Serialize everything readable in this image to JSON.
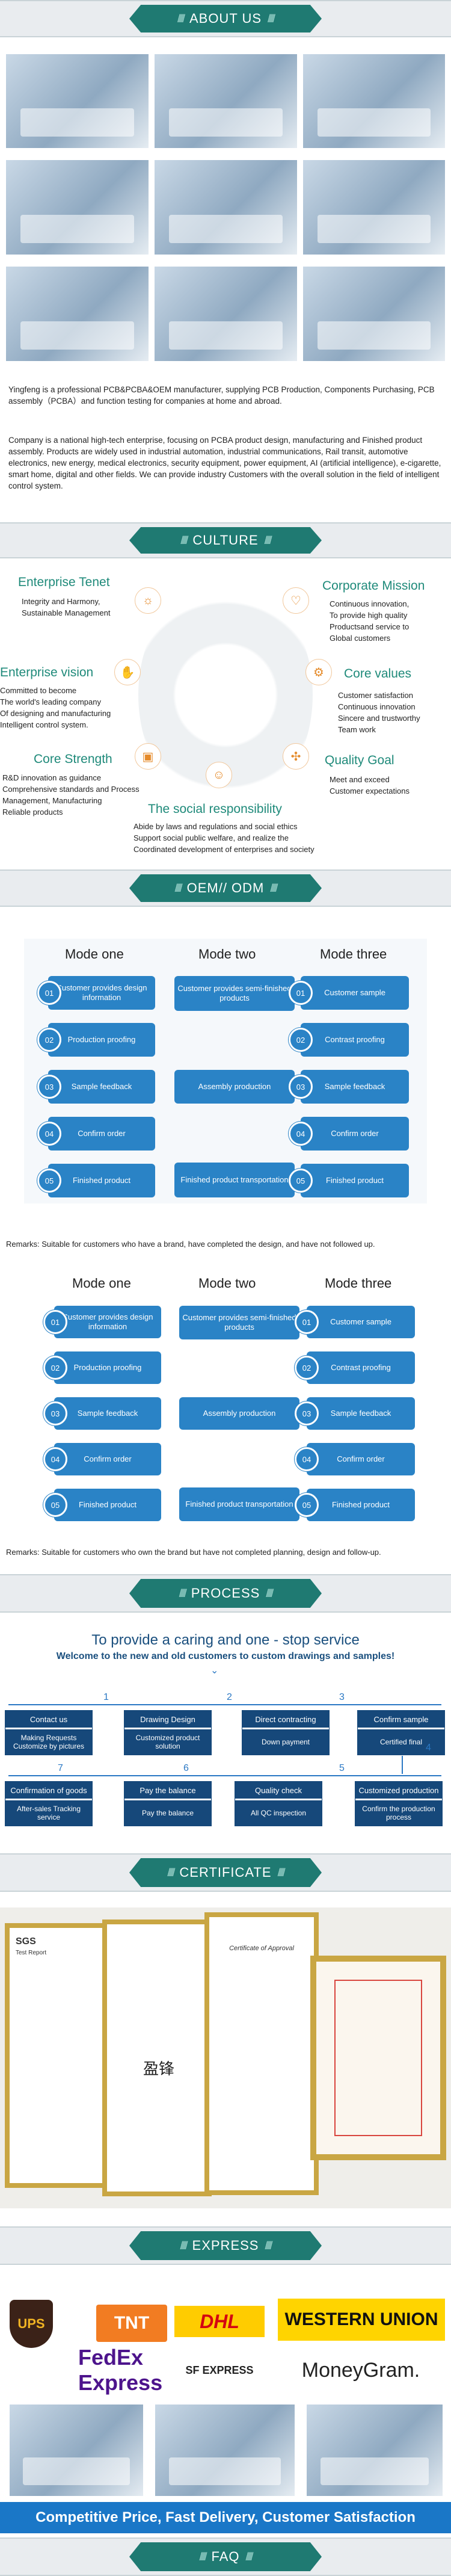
{
  "sections": {
    "about": "ABOUT US",
    "culture": "CULTURE",
    "odm": "OEM// ODM",
    "process": "PROCESS",
    "certificate": "CERTIFICATE",
    "express": "EXPRESS",
    "faq": "FAQ"
  },
  "about": {
    "p1": "Yingfeng is a professional PCB&PCBA&OEM manufacturer, supplying PCB Production, Components Purchasing, PCB assembly（PCBA）and function testing for companies at home and abroad.",
    "p2": "Company is a national high-tech enterprise, focusing on PCBA product design, manufacturing and Finished product assembly. Products are widely used in industrial automation, industrial communications, Rail transit, automotive electronics, new energy, medical electronics, security equipment, power equipment, AI (artificial intelligence), e-cigarette, smart home, digital and other fields. We can provide industry Customers with the overall solution in the field of intelligent control system."
  },
  "culture": {
    "tenet_title": "Enterprise Tenet",
    "tenet_text": [
      "Integrity and Harmony,",
      "Sustainable Management"
    ],
    "mission_title": "Corporate Mission",
    "mission_text": [
      "Continuous innovation,",
      "To provide high quality",
      "Productsand service to",
      "Global customers"
    ],
    "vision_title": "Enterprise vision",
    "vision_text": [
      "Committed to become",
      "The world's leading company",
      "Of designing and manufacturing",
      "Intelligent control system."
    ],
    "values_title": "Core values",
    "values_text": [
      "Customer satisfaction",
      "Continuous innovation",
      "Sincere and trustworthy",
      "Team work"
    ],
    "strength_title": "Core Strength",
    "strength_text": [
      "R&D innovation as guidance",
      "Comprehensive standards and Process",
      "Management, Manufacturing",
      "Reliable products"
    ],
    "quality_title": "Quality Goal",
    "quality_text": [
      "Meet and exceed",
      "Customer expectations"
    ],
    "social_title": "The social responsibility",
    "social_text": [
      "Abide by laws and regulations and social ethics",
      "Support social public welfare, and realize the",
      "Coordinated development of enterprises and society"
    ]
  },
  "odm": {
    "modes": [
      "Mode one",
      "Mode two",
      "Mode three"
    ],
    "nums": [
      "01",
      "02",
      "03",
      "04",
      "05"
    ],
    "mode_one": [
      "Customer provides design information",
      "Production proofing",
      "Sample feedback",
      "Confirm order",
      "Finished product"
    ],
    "mode_two": [
      "Customer provides semi-finished products",
      "Assembly production",
      "Finished product transportation"
    ],
    "mode_three": [
      "Customer sample",
      "Contrast proofing",
      "Sample feedback",
      "Confirm order",
      "Finished product"
    ],
    "remark1": "Remarks: Suitable for customers who have a brand, have completed the design, and have not followed up.",
    "remark2": "Remarks: Suitable for customers who own the brand but have not completed planning, design and follow-up."
  },
  "process": {
    "headline": "To provide a caring and one - stop service",
    "subline": "Welcome to the new and old customers to custom drawings and samples!",
    "nums": [
      "1",
      "2",
      "3",
      "4",
      "5",
      "6",
      "7"
    ],
    "row1": [
      {
        "t": "Contact us",
        "b": "Making Requests Customize by pictures"
      },
      {
        "t": "Drawing Design",
        "b": "Customized product solution"
      },
      {
        "t": "Direct contracting",
        "b": "Down payment"
      },
      {
        "t": "Confirm sample",
        "b": "Certified final"
      }
    ],
    "row2": [
      {
        "t": "Confirmation of goods",
        "b": "After-sales Tracking service"
      },
      {
        "t": "Pay the balance",
        "b": "Pay the balance"
      },
      {
        "t": "Quality check",
        "b": "All QC inspection"
      },
      {
        "t": "Customized production",
        "b": "Confirm the production process"
      }
    ]
  },
  "certificate": {
    "sgs": "SGS",
    "test_report": "Test Report",
    "cert_title": "Certificate of Approval",
    "brand": "盈锋"
  },
  "express": {
    "logos": [
      "UPS",
      "TNT",
      "DHL",
      "WESTERN UNION",
      "FedEx Express",
      "SF EXPRESS",
      "MoneyGram."
    ],
    "slogan": "Competitive Price, Fast Delivery, Customer Satisfaction"
  },
  "colors": {
    "teal": "#1f7a72",
    "blue": "#2a83c6",
    "navy": "#16487a",
    "banner": "#1a77c7"
  }
}
